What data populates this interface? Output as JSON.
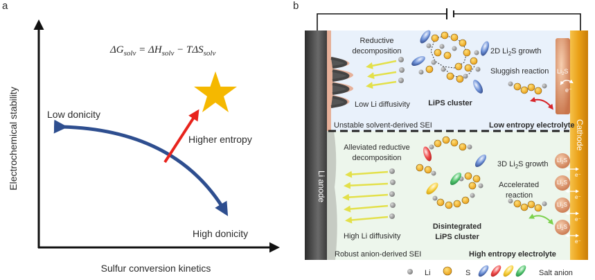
{
  "panel_a": {
    "label": "a",
    "equation": {
      "lhs": "ΔG",
      "lhs_sub": "solv",
      "eq": " = ΔH",
      "h_sub": "solv",
      "minus": " − TΔS",
      "s_sub": "solv"
    },
    "y_axis_label": "Electrochemical stability",
    "x_axis_label": "Sulfur conversion kinetics",
    "low_donicity": "Low donicity",
    "high_donicity": "High donicity",
    "higher_entropy": "Higher entropy",
    "colors": {
      "curve": "#2e4e8f",
      "arrow": "#e8231c",
      "star": "#f5b800"
    }
  },
  "panel_b": {
    "label": "b",
    "anode_label": "Li anode",
    "cathode_label": "Cathode",
    "top": {
      "reductive": [
        "Reductive",
        "decomposition"
      ],
      "low_li_diffusivity": "Low Li diffusivity",
      "lips_cluster": "LiPS cluster",
      "growth_pre": "2D Li",
      "growth_sub": "2",
      "growth_post": "S growth",
      "sluggish": "Sluggish reaction",
      "sei": "Unstable solvent-derived SEI",
      "electrolyte": "Low entropy electrolyte",
      "li2s_label": {
        "pre": "Li",
        "sub": "2",
        "post": "S"
      },
      "electron": "e⁻"
    },
    "bottom": {
      "alleviated": [
        "Alleviated reductive",
        "decomposition"
      ],
      "high_li_diffusivity": "High Li diffusivity",
      "cluster": [
        "Disintegrated",
        "LiPS cluster"
      ],
      "growth_pre": "3D Li",
      "growth_sub": "2",
      "growth_post": "S growth",
      "accelerated": [
        "Accelerated",
        "reaction"
      ],
      "sei": "Robust anion-derived SEI",
      "electrolyte": "High entropy electrolyte",
      "li2s_label": {
        "pre": "Li",
        "sub": "2",
        "post": "S"
      },
      "electron": "e⁻"
    },
    "legend": {
      "li": "Li",
      "s": "S",
      "salt_anion": "Salt anion"
    },
    "colors": {
      "top_bg": "#e9f1fb",
      "bottom_bg": "#edf6ec",
      "anode": "#444444",
      "cathode": "#e8a21a",
      "s_atom": "#f2b51e",
      "li_atom": "#9a9a9a",
      "ion_arrow": "#e8e83a",
      "red_arrow": "#d7262b",
      "green_arrow": "#7bd14d"
    }
  }
}
